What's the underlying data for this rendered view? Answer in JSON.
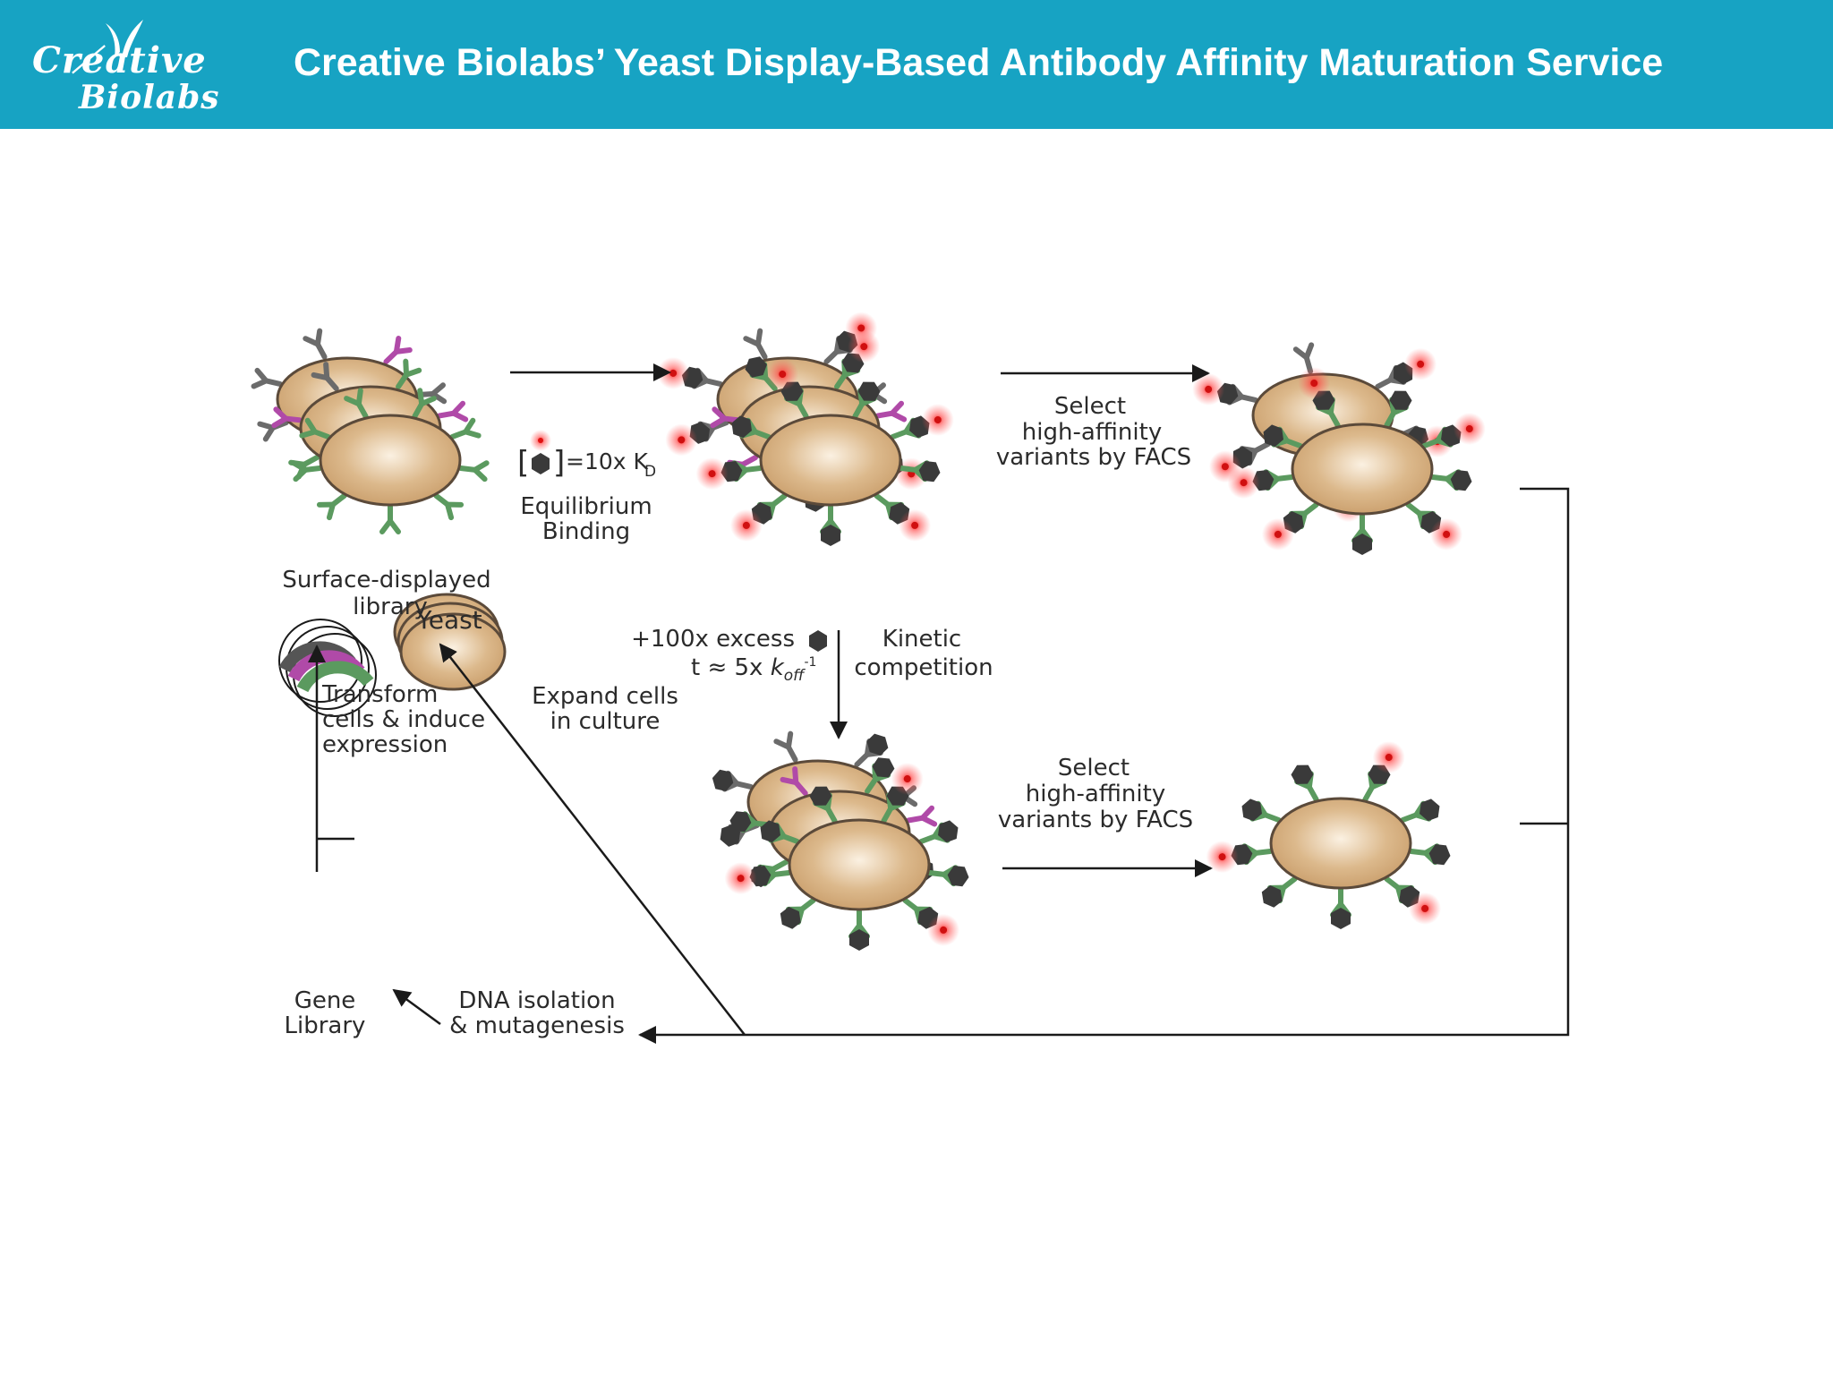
{
  "header": {
    "logo_line1": "Cre̸ative",
    "logo_line2": "Biolabs",
    "title": "Creative Biolabs’ Yeast Display-Based Antibody Affinity Maturation Service"
  },
  "diagram": {
    "surface_library_l1": "Surface-displayed",
    "surface_library_l2": "library",
    "eq_concentration": "=10x K",
    "eq_sub": "D",
    "eq_binding_l1": "Equilibrium",
    "eq_binding_l2": "Binding",
    "select_top_l1": "Select",
    "select_top_l2": "high-affinity",
    "select_top_l3": "variants by FACS",
    "excess_l1": "+100x excess",
    "excess_l2_a": "t ≈ 5x ",
    "excess_l2_k": "k",
    "excess_l2_sub": "off",
    "excess_l2_sup": "-1",
    "kinetic_l1": "Kinetic",
    "kinetic_l2": "competition",
    "expand_l1": "Expand cells",
    "expand_l2": "in culture",
    "transform_l1": "Transform",
    "transform_l2": "cells & induce",
    "transform_l3": "expression",
    "yeast": "Yeast",
    "select_bottom_l1": "Select",
    "select_bottom_l2": "high-affinity",
    "select_bottom_l3": "variants by FACS",
    "gene_l1": "Gene",
    "gene_l2": "Library",
    "dna_l1": "DNA isolation",
    "dna_l2": "& mutagenesis"
  },
  "colors": {
    "header_bg": "#17a3c3",
    "cell_fill": "#d9b487",
    "cell_stroke": "#5b4a3a",
    "antibody_gray": "#6b6b6b",
    "antibody_magenta": "#b04aa8",
    "antibody_green": "#5b9a5f",
    "antigen": "#3a3a3a",
    "fluor_glow": "#ff3030"
  }
}
